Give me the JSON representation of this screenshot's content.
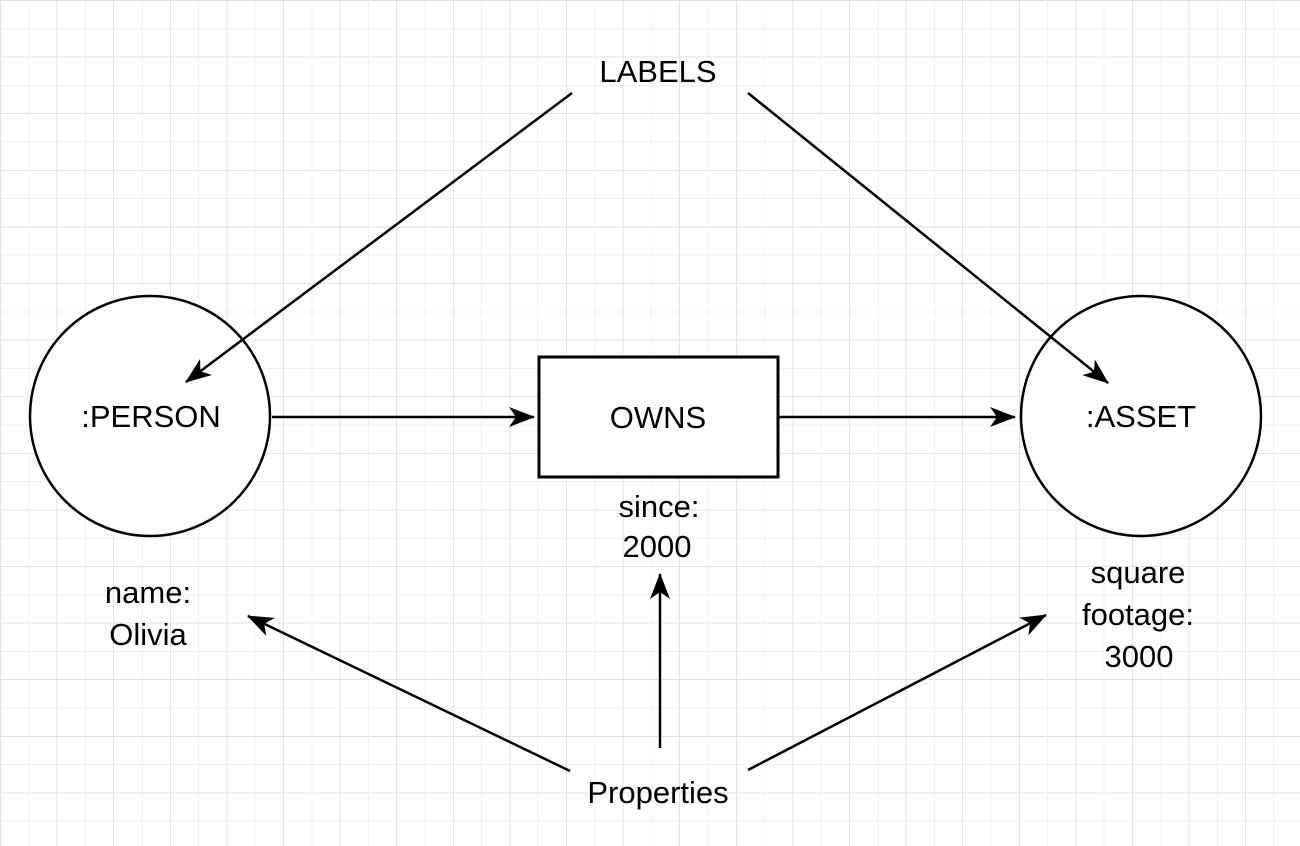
{
  "diagram": {
    "labels_caption": "LABELS",
    "properties_caption": "Properties",
    "person_node": {
      "label": ":PERSON",
      "property_lines": [
        "name:",
        "Olivia"
      ]
    },
    "asset_node": {
      "label": ":ASSET",
      "property_lines": [
        "square",
        "footage:",
        "3000"
      ]
    },
    "owns_relationship": {
      "label": "OWNS",
      "property_lines": [
        "since:",
        "2000"
      ]
    },
    "colors": {
      "stroke": "#000000",
      "shape_fill": "#ffffff",
      "text": "#000000",
      "grid_line_major": "#e2e2e2",
      "grid_line_minor": "#f0f0f0",
      "background": "#ffffff"
    }
  }
}
